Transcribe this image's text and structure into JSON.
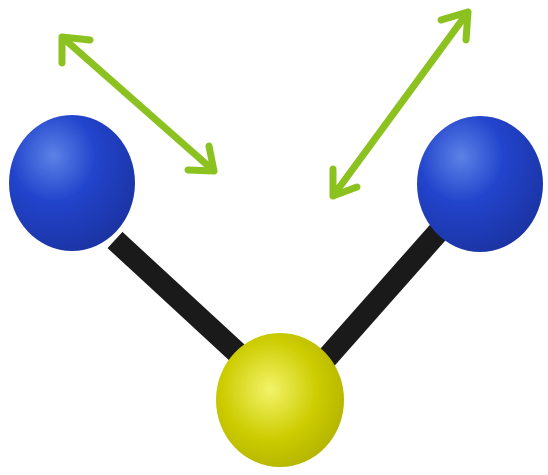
{
  "diagram": {
    "kind": "molecular-vibration",
    "atoms": [
      {
        "role": "outer-left",
        "color": "#2244cc"
      },
      {
        "role": "outer-right",
        "color": "#2244cc"
      },
      {
        "role": "central",
        "color": "#cccc00"
      }
    ],
    "bond_color": "#1a1a1a",
    "arrow_color": "#8cc21f"
  }
}
